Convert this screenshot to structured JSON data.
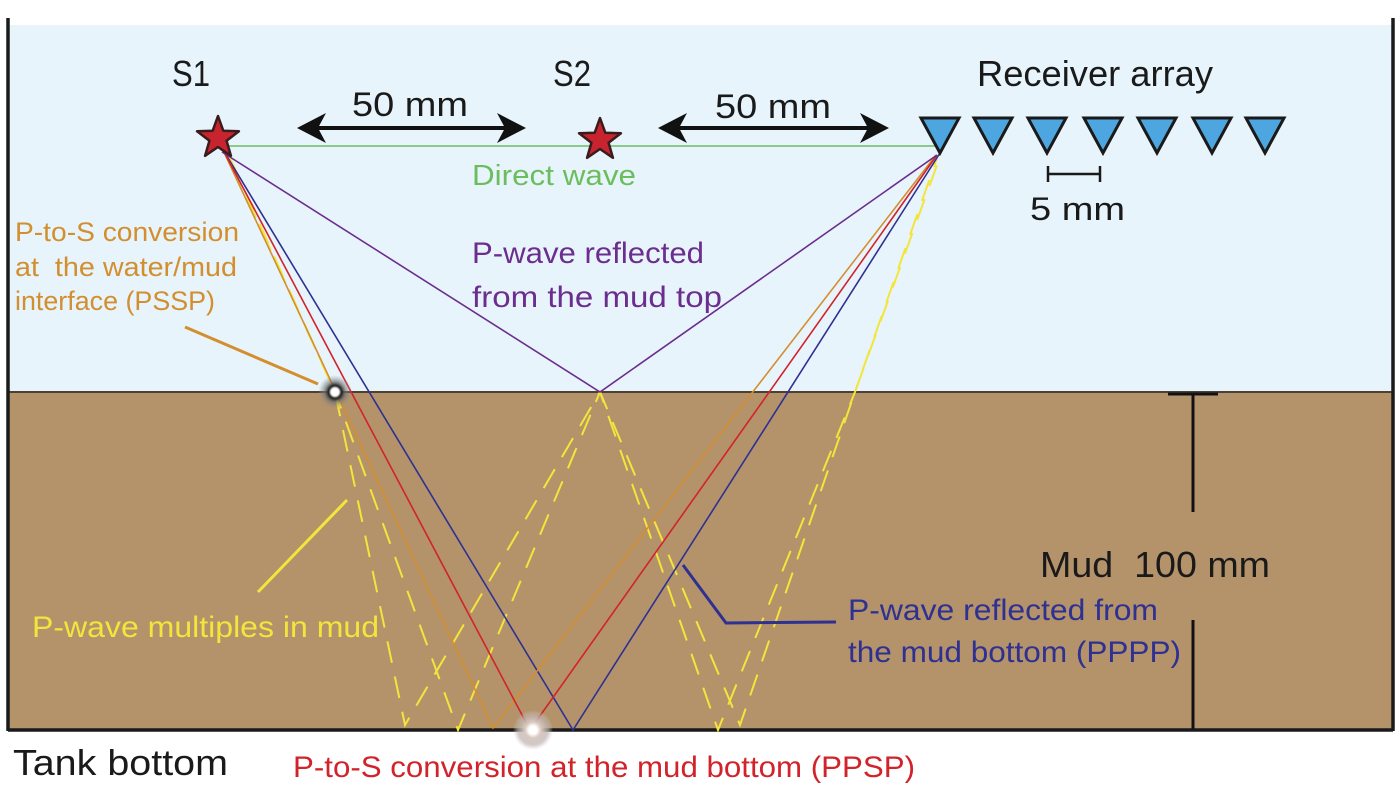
{
  "water": {
    "color": "#e7f4fb"
  },
  "mud": {
    "label": "Mud  100 mm",
    "color": "#b4926a"
  },
  "tank": {
    "bottom_label": "Tank bottom"
  },
  "sources": {
    "s1": "S1",
    "s2": "S2",
    "star_color": "#c8242f"
  },
  "receiver_array": {
    "label": "Receiver array",
    "spacing": "5 mm",
    "color": "#4da6e0"
  },
  "distances": {
    "s1_to_s2": "50 mm",
    "s2_to_receivers": "50 mm"
  },
  "waves": {
    "direct": {
      "label": "Direct wave",
      "color": "#6cbd5e"
    },
    "mud_top_reflection": {
      "lines": [
        "P-wave reflected",
        "from the mud top"
      ],
      "color": "#6b2d8e"
    },
    "pssp": {
      "lines": [
        "P-to-S conversion",
        "at  the water/mud",
        "interface (PSSP)"
      ],
      "color": "#d38f2f"
    },
    "multiples": {
      "label": "P-wave multiples in mud",
      "color": "#f3e53b"
    },
    "pppp": {
      "lines": [
        "P-wave reflected from",
        "the mud bottom (PPPP)"
      ],
      "color": "#2e3192"
    },
    "ppsp": {
      "label": "P-to-S conversion at the mud bottom (PPSP)",
      "color": "#d2232a"
    }
  }
}
